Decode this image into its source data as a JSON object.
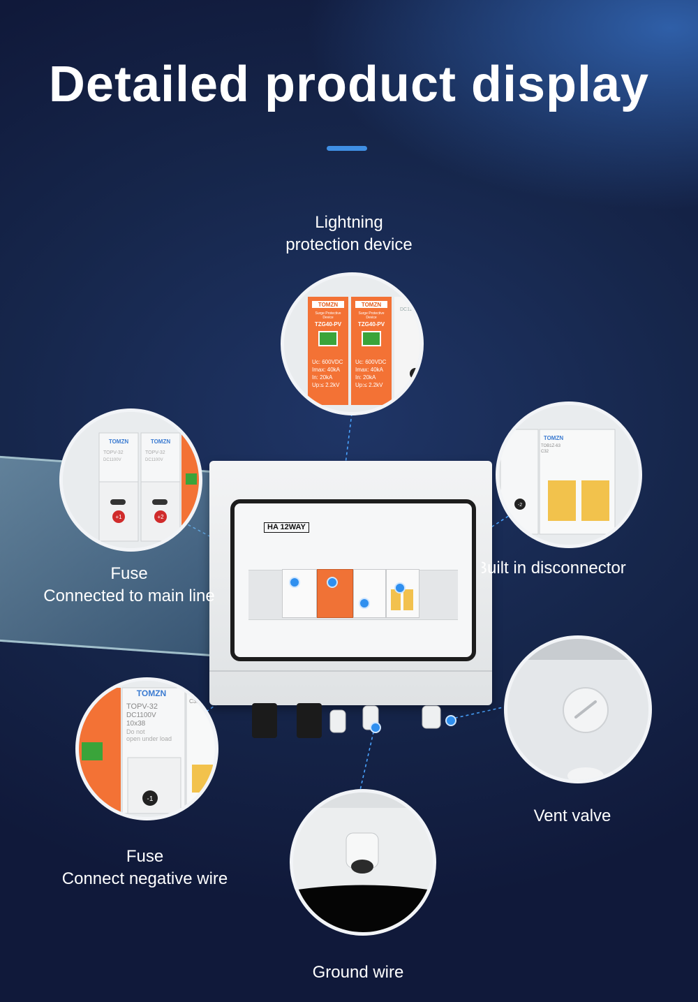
{
  "title": "Detailed product display",
  "accent_color": "#3f8fe4",
  "labels": {
    "lightning": [
      "Lightning",
      "protection device"
    ],
    "fuse_main": [
      "Fuse",
      "Connected to main line"
    ],
    "disconnector": "Built in disconnector",
    "fuse_negative": [
      "Fuse",
      "Connect negative wire"
    ],
    "vent": "Vent valve",
    "ground": "Ground wire"
  },
  "box_label": "HA 12WAY",
  "brand": "TOMZN",
  "spd": {
    "model": "TZG40-PV",
    "subtitle": [
      "Surge Protective",
      "Device"
    ],
    "specs": [
      "Uc: 600VDC",
      "Imax: 40kA",
      "In: 20kA",
      "Up:≤ 2.2kV"
    ]
  },
  "fuse": {
    "model": "TOPV-32",
    "rating": "DC1100V",
    "size": "10x38",
    "warning": [
      "Do not",
      "open under load"
    ],
    "marks": [
      "+1",
      "+2",
      "-1",
      "-2"
    ]
  },
  "breaker": {
    "model": "TOB1Z-63",
    "rating": "C32"
  }
}
